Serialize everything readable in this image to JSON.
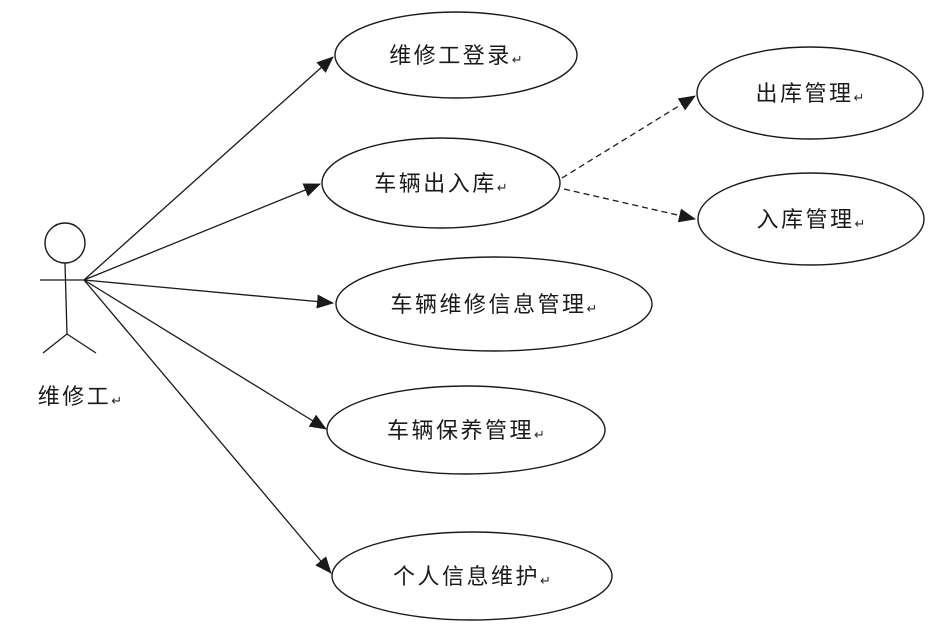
{
  "diagram": {
    "type": "uml-use-case-diagram",
    "background_color": "#ffffff",
    "line_color": "#1a1a1a",
    "return_mark": "↵",
    "actor": {
      "label": "维修工"
    },
    "use_cases": [
      {
        "id": "worker-login",
        "label": "维修工登录"
      },
      {
        "id": "vehicle-in-out",
        "label": "车辆出入库"
      },
      {
        "id": "repair-info-mgmt",
        "label": "车辆维修信息管理"
      },
      {
        "id": "maintenance-mgmt",
        "label": "车辆保养管理"
      },
      {
        "id": "personal-info",
        "label": "个人信息维护"
      },
      {
        "id": "outbound-mgmt",
        "label": "出库管理"
      },
      {
        "id": "inbound-mgmt",
        "label": "入库管理"
      }
    ],
    "connections": {
      "solid_from_actor": [
        "维修工登录",
        "车辆出入库",
        "车辆维修信息管理",
        "车辆保养管理",
        "个人信息维护"
      ],
      "dashed_from_vehicle_in_out": [
        "出库管理",
        "入库管理"
      ]
    }
  }
}
